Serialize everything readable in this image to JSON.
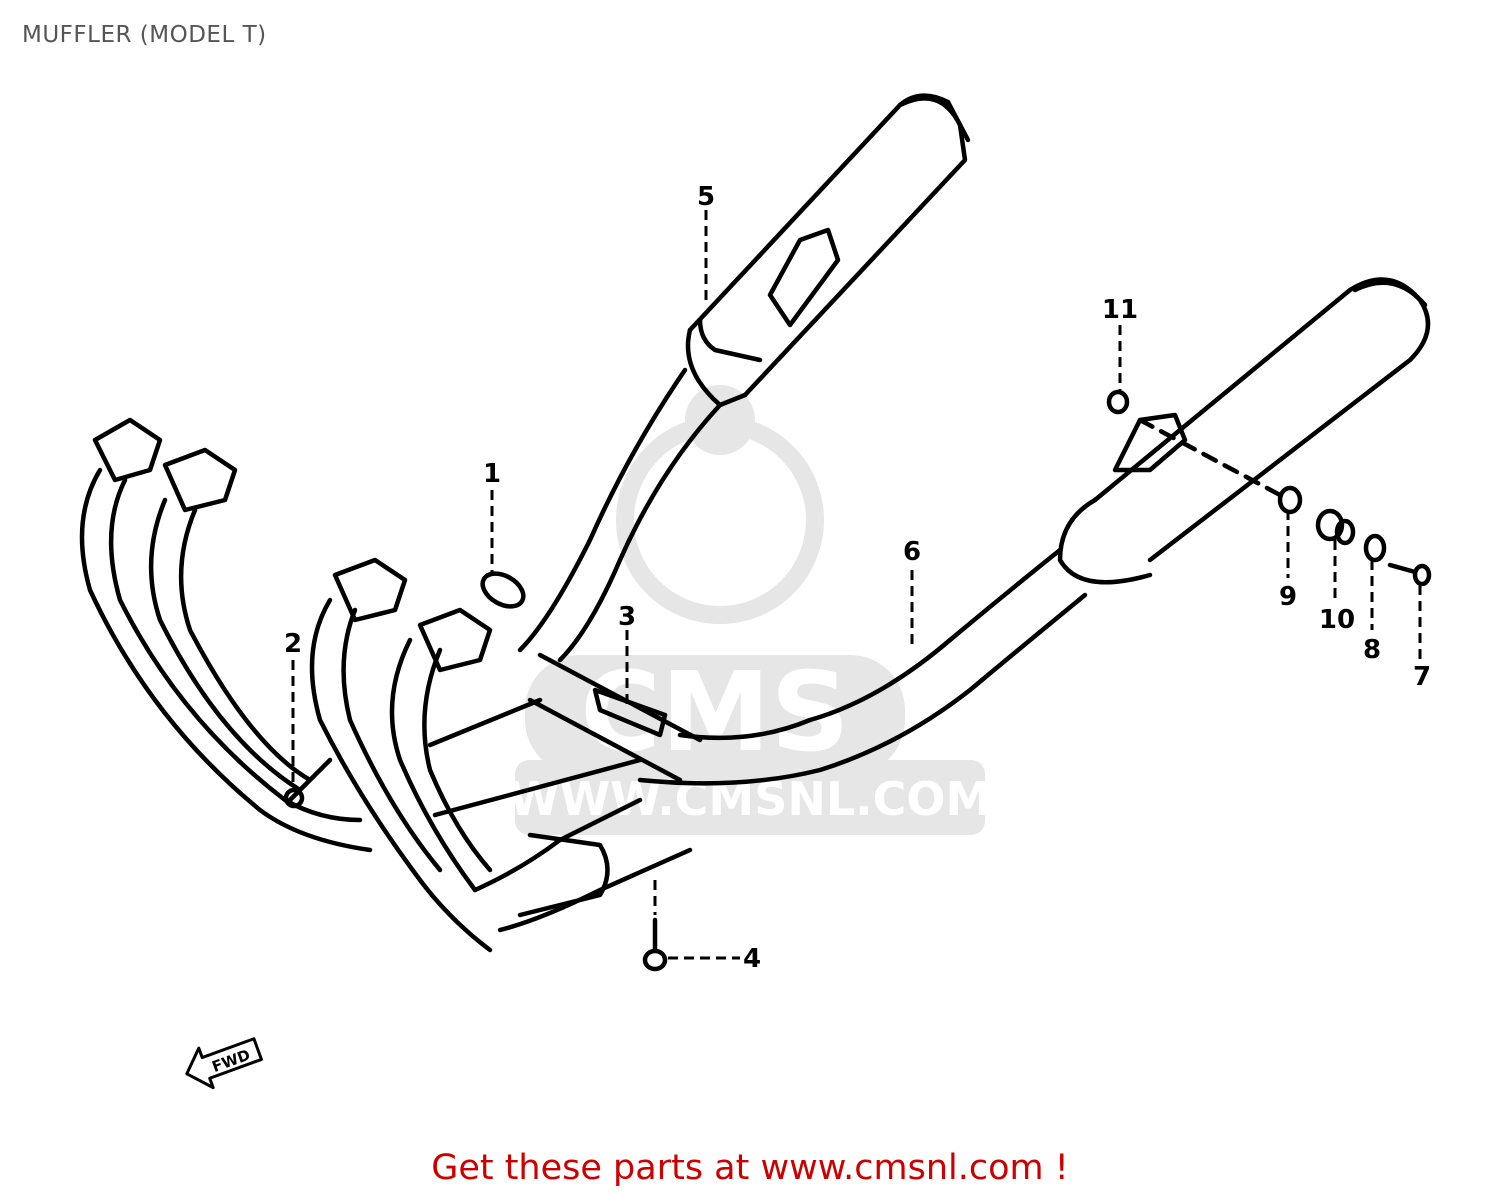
{
  "title": "MUFFLER (MODEL T)",
  "watermark": {
    "brand": "CMS",
    "url": "WWW.CMSNL.COM"
  },
  "callouts": [
    {
      "id": "1",
      "label": "1"
    },
    {
      "id": "2",
      "label": "2"
    },
    {
      "id": "3",
      "label": "3"
    },
    {
      "id": "4",
      "label": "4"
    },
    {
      "id": "5",
      "label": "5"
    },
    {
      "id": "6",
      "label": "6"
    },
    {
      "id": "7",
      "label": "7"
    },
    {
      "id": "8",
      "label": "8"
    },
    {
      "id": "9",
      "label": "9"
    },
    {
      "id": "10",
      "label": "10"
    },
    {
      "id": "11",
      "label": "11"
    }
  ],
  "fwd_marker": "FWD",
  "footer": {
    "link_text": "Get these parts at www.cmsnl.com !",
    "color": "#cc0000"
  },
  "colors": {
    "line": "#000000",
    "watermark": "#e6e6e6",
    "title": "#555555"
  }
}
